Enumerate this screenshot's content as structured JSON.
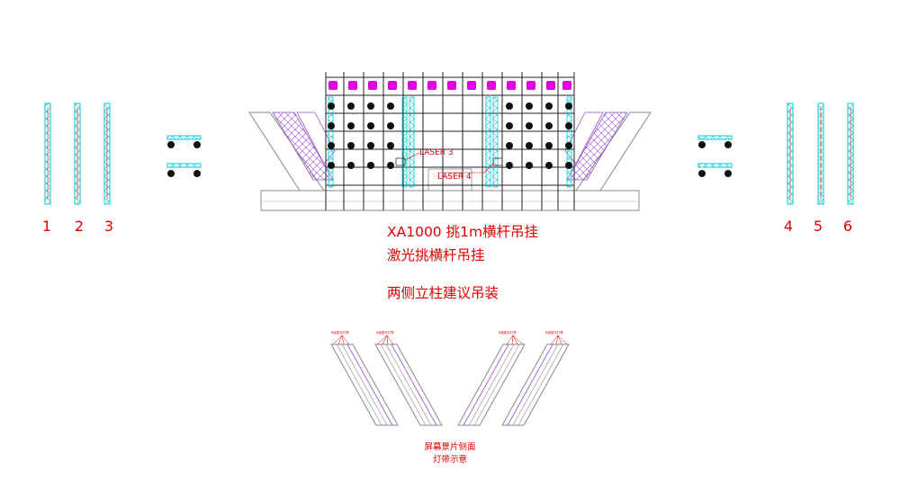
{
  "colors": {
    "truss": "#00c8d8",
    "fixture": "#e000e0",
    "label": "#e00000",
    "structure": "#222222",
    "outline": "#888888",
    "led_band": "#8a2be2"
  },
  "column_labels": {
    "left": [
      "1",
      "2",
      "3"
    ],
    "right": [
      "4",
      "5",
      "6"
    ]
  },
  "stage": {
    "laser_labels": [
      "LASER 3",
      "LASER 4"
    ]
  },
  "notes": {
    "line1": "XA1000 挑1m横杆吊挂",
    "line2": "激光挑横杆吊挂",
    "line3": "两侧立柱建议吊装"
  },
  "screens": {
    "band_label": "8组激光灯带",
    "caption_line1": "屏幕景片侧面",
    "caption_line2": "灯带示意"
  }
}
